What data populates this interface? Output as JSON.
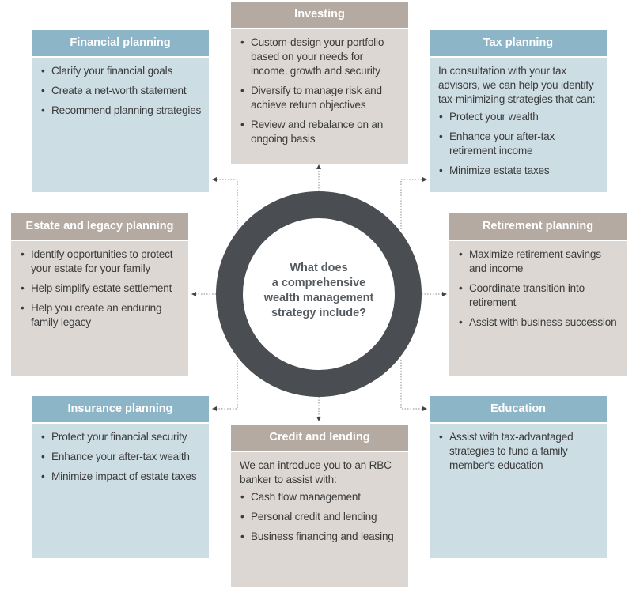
{
  "center": {
    "question_lines": [
      "What does",
      "a comprehensive",
      "wealth management",
      "strategy include?"
    ]
  },
  "colors": {
    "blue_header": "#8db5c8",
    "blue_body": "#cddde4",
    "taupe_header": "#b4aaa1",
    "taupe_body": "#dcd7d2",
    "ring": "#4a4e53"
  },
  "cards": [
    {
      "id": "financial-planning",
      "theme": "blue",
      "title": "Financial planning",
      "intro": "",
      "bullets": [
        "Clarify your financial goals",
        "Create a net-worth statement",
        "Recommend planning strategies"
      ]
    },
    {
      "id": "investing",
      "theme": "taupe",
      "title": "Investing",
      "intro": "",
      "bullets": [
        "Custom-design your portfolio based on your needs for income, growth and security",
        "Diversify to manage risk and achieve return objectives",
        "Review and rebalance on an ongoing basis"
      ]
    },
    {
      "id": "tax-planning",
      "theme": "blue",
      "title": "Tax planning",
      "intro": "In consultation with your tax advisors, we can help you identify tax-minimizing strategies that can:",
      "bullets": [
        "Protect your wealth",
        "Enhance your after-tax retirement income",
        "Minimize estate taxes"
      ]
    },
    {
      "id": "estate-and-legacy-planning",
      "theme": "taupe",
      "title": "Estate and legacy planning",
      "intro": "",
      "bullets": [
        "Identify opportunities to protect your estate for your family",
        "Help simplify estate settlement",
        "Help you create an enduring family legacy"
      ]
    },
    {
      "id": "retirement-planning",
      "theme": "taupe",
      "title": "Retirement planning",
      "intro": "",
      "bullets": [
        "Maximize retirement savings and income",
        "Coordinate transition into retirement",
        "Assist with business succession"
      ]
    },
    {
      "id": "insurance-planning",
      "theme": "blue",
      "title": "Insurance planning",
      "intro": "",
      "bullets": [
        "Protect your financial security",
        "Enhance your after-tax wealth",
        "Minimize impact of estate taxes"
      ]
    },
    {
      "id": "credit-and-lending",
      "theme": "taupe",
      "title": "Credit and lending",
      "intro": "We can introduce you to an RBC banker to assist with:",
      "bullets": [
        "Cash flow management",
        "Personal credit and lending",
        "Business financing and leasing"
      ]
    },
    {
      "id": "education",
      "theme": "blue",
      "title": "Education",
      "intro": "",
      "bullets": [
        "Assist with tax-advantaged strategies to fund a family member's education"
      ]
    }
  ]
}
